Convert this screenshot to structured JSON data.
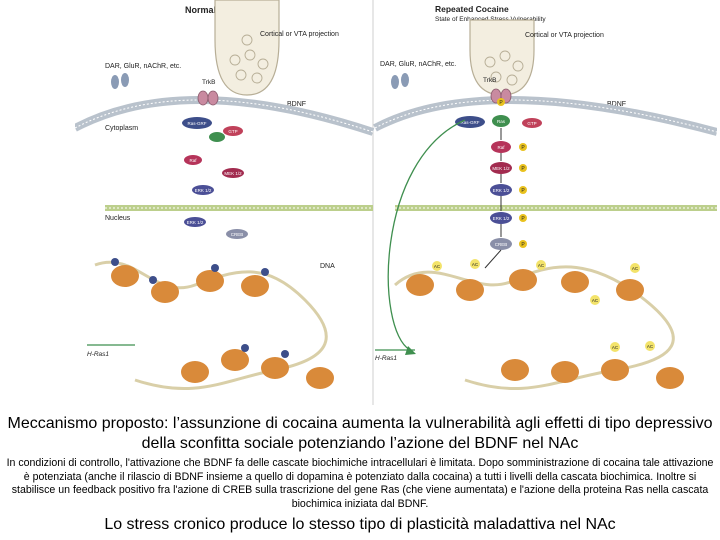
{
  "figure": {
    "left_panel": {
      "title": "Normal",
      "labels": {
        "projection": "Cortical or VTA projection",
        "receptors": "DAR, GluR, nAChR, etc.",
        "trkb": "TrkB",
        "bdnf": "BDNF",
        "cytoplasm": "Cytoplasm",
        "nucleus": "Nucleus",
        "dna": "DNA",
        "gene": "H-Ras1"
      },
      "proteins": [
        "Ras-GRF",
        "GTP",
        "Raf",
        "MEK 1/2",
        "ERK 1/2",
        "ERK 1/2",
        "CREB"
      ]
    },
    "right_panel": {
      "title": "Repeated Cocaine",
      "subtitle": "State of Enhanced Stress Vulnerability",
      "labels": {
        "projection": "Cortical or VTA projection",
        "receptors": "DAR, GluR, nAChR, etc.",
        "trkb": "TrkB",
        "bdnf": "BDNF",
        "gene": "H-Ras1"
      },
      "proteins": [
        "Ras-GRF",
        "Ras",
        "GTP",
        "Raf",
        "MEK 1/2",
        "ERK 1/2",
        "ERK 1/2",
        "CREB"
      ],
      "phospho_label": "P",
      "marks": [
        "AC",
        "AC",
        "AC",
        "AC",
        "AC",
        "AC",
        "AC"
      ]
    },
    "colors": {
      "membrane": "#b9c2cc",
      "nucleus_membrane": "#bccf8c",
      "ras_grf": "#3d4e8a",
      "gtp": "#c0415a",
      "raf": "#b6345a",
      "mek": "#a22b4f",
      "erk": "#4b4f96",
      "creb": "#8a8fa8",
      "phospho": "#e9c21f",
      "histone": "#d98a3a",
      "arrow_green": "#3f8f4f"
    }
  },
  "caption": {
    "title": "Meccanismo proposto: l’assunzione di cocaina aumenta la vulnerabilità agli effetti di tipo depressivo della sconfitta sociale potenziando l’azione del BDNF nel NAc",
    "body": "In condizioni di controllo, l'attivazione che BDNF fa delle cascate biochimiche intracellulari è limitata. Dopo somministrazione di cocaina tale attivazione è potenziata (anche il rilascio di BDNF insieme a quello di dopamina è potenziato dalla cocaina) a tutti i livelli della cascata biochimica. Inoltre si stabilisce un feedback positivo fra l'azione di CREB sulla trascrizione del gene Ras (che viene aumentata) e l'azione della proteina Ras nella cascata biochimica iniziata dal BDNF.",
    "footer": "Lo stress cronico produce lo stesso tipo di plasticità maladattiva nel NAc"
  }
}
